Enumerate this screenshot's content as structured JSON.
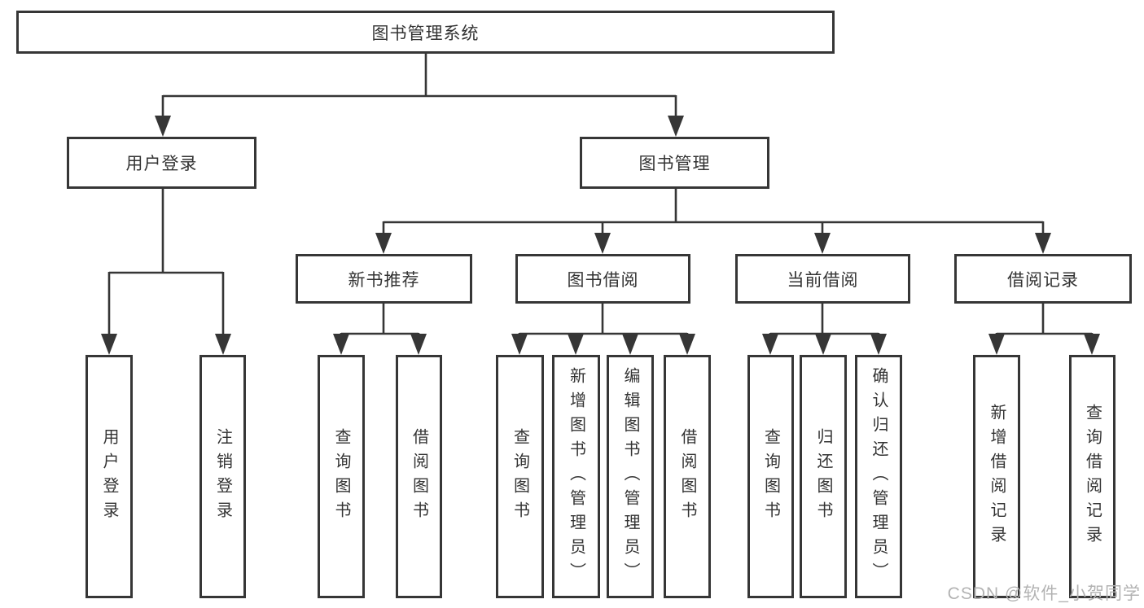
{
  "diagram": {
    "title": "图书管理系统",
    "root": {
      "label": "图书管理系统"
    },
    "branches": [
      {
        "label": "用户登录",
        "children": [
          {
            "label": "用户登录"
          },
          {
            "label": "注销登录"
          }
        ]
      },
      {
        "label": "图书管理",
        "children": [
          {
            "label": "新书推荐",
            "children": [
              {
                "label": "查询图书"
              },
              {
                "label": "借阅图书"
              }
            ]
          },
          {
            "label": "图书借阅",
            "children": [
              {
                "label": "查询图书"
              },
              {
                "label": "新增图书（管理员）"
              },
              {
                "label": "编辑图书（管理员）"
              },
              {
                "label": "借阅图书"
              }
            ]
          },
          {
            "label": "当前借阅",
            "children": [
              {
                "label": "查询图书"
              },
              {
                "label": "归还图书"
              },
              {
                "label": "确认归还（管理员）"
              }
            ]
          },
          {
            "label": "借阅记录",
            "children": [
              {
                "label": "新增借阅记录"
              },
              {
                "label": "查询借阅记录"
              }
            ]
          }
        ]
      }
    ]
  },
  "watermark": {
    "text": "CSDN @软件_小贺同学"
  },
  "colors": {
    "line": "#363636",
    "text": "#333333",
    "watermark": "#b3b3b3",
    "background": "#ffffff"
  }
}
